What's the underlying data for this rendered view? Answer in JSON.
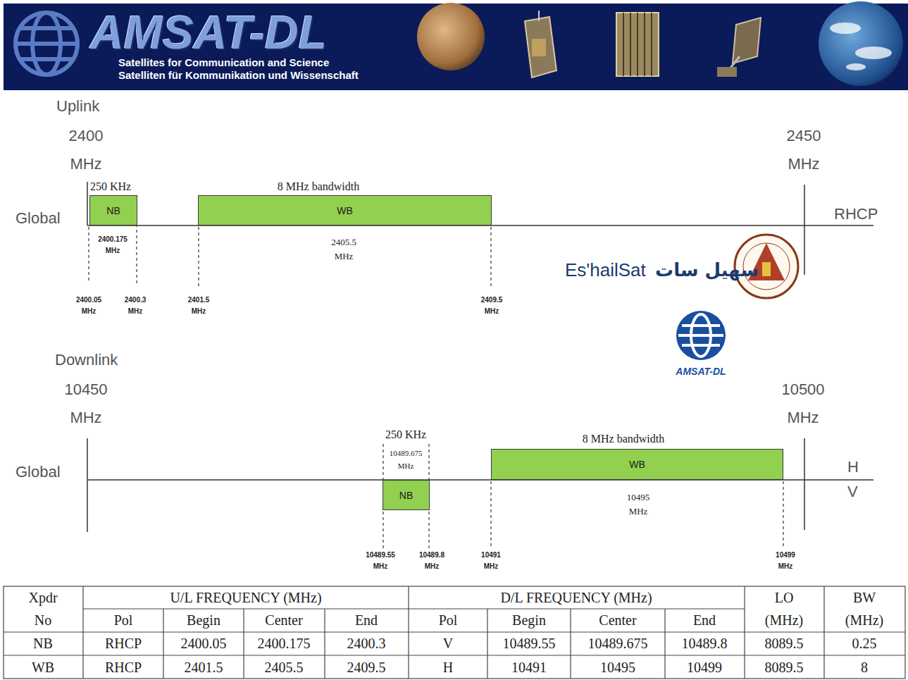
{
  "diagram": {
    "title": "AMSAT-DL",
    "nodes": [
      {
        "text": [
          "NB"
        ]
      },
      {
        "text": [
          "WB"
        ]
      },
      {
        "text": [
          "NB"
        ]
      },
      {
        "text": [
          "WB"
        ]
      }
    ],
    "labels": [
      "Satellites for Communication and Science",
      "Satelliten für Kommunikation und Wissenschaft",
      "Uplink",
      "2400 MHz",
      "2450 MHz",
      "Global",
      "250 KHz",
      "8 MHz bandwidth",
      "2400.175 MHz",
      "2405.5 MHz",
      "RHCP",
      "2400.05 MHz",
      "2400.3 MHz",
      "2401.5 MHz",
      "2409.5 MHz",
      "Es'hailSat",
      "سهيل سات",
      "AMSAT-DL",
      "Downlink",
      "10450 MHz",
      "10500 MHz",
      "Global",
      "250 KHz",
      "10489.675 MHz",
      "8 MHz bandwidth",
      "10495 MHz",
      "H",
      "V",
      "10489.55 MHz",
      "10489.8 MHz",
      "10491 MHz",
      "10499 MHz",
      "Xpdr",
      "U/L FREQUENCY (MHz)",
      "D/L FREQUENCY (MHz)",
      "LO",
      "BW",
      "No",
      "Pol",
      "Begin",
      "Center",
      "End",
      "Pol",
      "Begin",
      "Center",
      "End",
      "(MHz)",
      "(MHz)",
      "NB",
      "RHCP",
      "2400.05",
      "2400.175",
      "2400.3",
      "V",
      "10489.55",
      "10489.675",
      "10489.8",
      "8089.5",
      "0.25",
      "WB",
      "RHCP",
      "2401.5",
      "2405.5",
      "2409.5",
      "H",
      "10491",
      "10495",
      "10499",
      "8089.5",
      "8"
    ]
  }
}
